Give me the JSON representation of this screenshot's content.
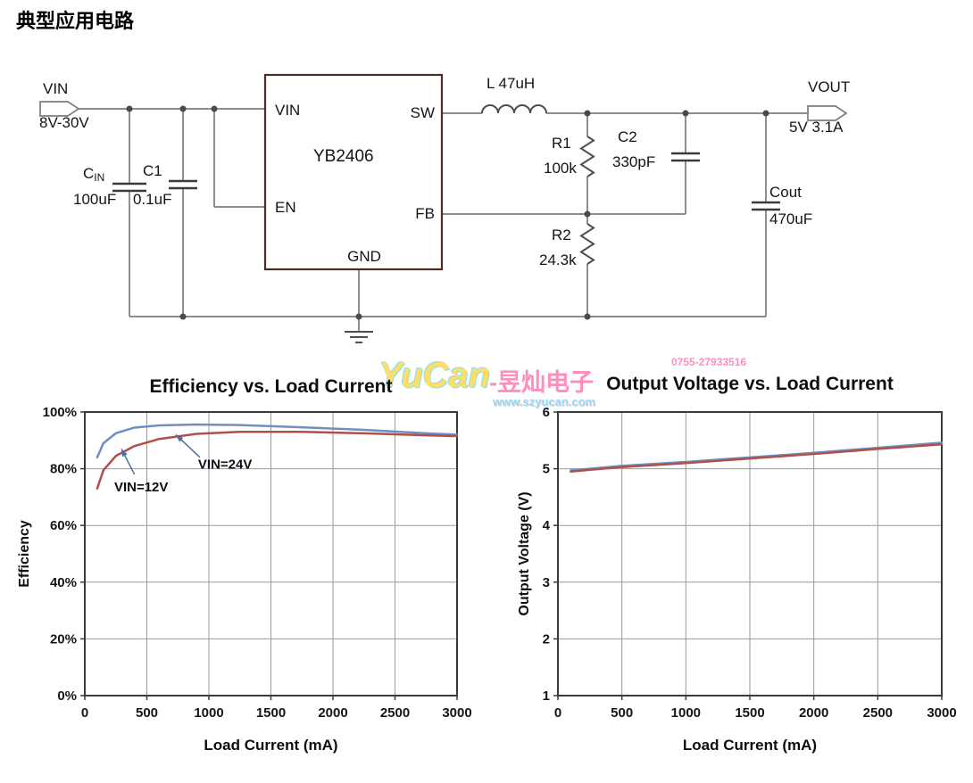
{
  "page": {
    "title": "典型应用电路"
  },
  "circuit": {
    "vin_label": "VIN",
    "vin_range": "8V-30V",
    "cin_name": "C",
    "cin_sub": "IN",
    "cin_value": "100uF",
    "c1_name": "C1",
    "c1_value": "0.1uF",
    "ic": {
      "part_number": "YB2406",
      "pin_vin": "VIN",
      "pin_sw": "SW",
      "pin_en": "EN",
      "pin_fb": "FB",
      "pin_gnd": "GND"
    },
    "inductor_label": "L 47uH",
    "r1_name": "R1",
    "r1_value": "100k",
    "c2_name": "C2",
    "c2_value": "330pF",
    "r2_name": "R2",
    "r2_value": "24.3k",
    "cout_name": "Cout",
    "cout_value": "470uF",
    "vout_label": "VOUT",
    "vout_rating": "5V 3.1A"
  },
  "watermark": {
    "phone": "0755-27933516",
    "brand": "YuCan",
    "brand_cn": "-昱灿电子",
    "url": "www.szyucan.com"
  },
  "chart_data": [
    {
      "type": "line",
      "title": "Efficiency vs. Load Current",
      "xlabel": "Load Current (mA)",
      "ylabel": "Efficiency",
      "xlim": [
        0,
        3000
      ],
      "ylim": [
        0,
        100
      ],
      "xticks": [
        0,
        500,
        1000,
        1500,
        2000,
        2500,
        3000
      ],
      "xtick_labels": [
        "0",
        "500",
        "1000",
        "1500",
        "2000",
        "2500",
        "3000"
      ],
      "yticks": [
        0,
        20,
        40,
        60,
        80,
        100
      ],
      "ytick_labels": [
        "0%",
        "20%",
        "40%",
        "60%",
        "80%",
        "100%"
      ],
      "grid": true,
      "legend_position": "none",
      "series": [
        {
          "name": "VIN=24V",
          "color": "#6f8fbf",
          "x": [
            100,
            150,
            250,
            400,
            600,
            900,
            1250,
            1750,
            2250,
            2750,
            3000
          ],
          "y": [
            84,
            89,
            92.5,
            94.5,
            95.3,
            95.6,
            95.4,
            94.6,
            93.7,
            92.5,
            92
          ]
        },
        {
          "name": "VIN=12V",
          "color": "#b04f4b",
          "x": [
            100,
            150,
            250,
            400,
            600,
            900,
            1250,
            1750,
            2250,
            2750,
            3000
          ],
          "y": [
            73,
            79.5,
            84.5,
            88,
            90.5,
            92.3,
            93,
            93,
            92.5,
            91.8,
            91.5
          ]
        }
      ],
      "annotations": [
        {
          "text": "VIN=24V",
          "text_x": 913,
          "text_y": 80,
          "arrow_from_x": 928,
          "arrow_from_y": 84,
          "arrow_to_x": 734,
          "arrow_to_y": 92
        },
        {
          "text": "VIN=12V",
          "text_x": 237,
          "text_y": 72,
          "arrow_from_x": 400,
          "arrow_from_y": 78,
          "arrow_to_x": 295,
          "arrow_to_y": 87
        }
      ]
    },
    {
      "type": "line",
      "title": "Output Voltage vs. Load Current",
      "xlabel": "Load Current (mA)",
      "ylabel": "Output Voltage (V)",
      "xlim": [
        0,
        3000
      ],
      "ylim": [
        1,
        6
      ],
      "xticks": [
        0,
        500,
        1000,
        1500,
        2000,
        2500,
        3000
      ],
      "xtick_labels": [
        "0",
        "500",
        "1000",
        "1500",
        "2000",
        "2500",
        "3000"
      ],
      "yticks": [
        1,
        2,
        3,
        4,
        5,
        6
      ],
      "ytick_labels": [
        "1",
        "2",
        "3",
        "4",
        "5",
        "6"
      ],
      "grid": true,
      "legend_position": "none",
      "series": [
        {
          "name": "VIN=24V",
          "color": "#6f8fbf",
          "x": [
            100,
            500,
            1000,
            1500,
            2000,
            2500,
            3000
          ],
          "y": [
            4.97,
            5.05,
            5.12,
            5.2,
            5.28,
            5.37,
            5.46
          ]
        },
        {
          "name": "VIN=12V",
          "color": "#b04f4b",
          "x": [
            100,
            500,
            1000,
            1500,
            2000,
            2500,
            3000
          ],
          "y": [
            4.95,
            5.03,
            5.1,
            5.18,
            5.26,
            5.35,
            5.43
          ]
        }
      ],
      "annotations": []
    }
  ]
}
